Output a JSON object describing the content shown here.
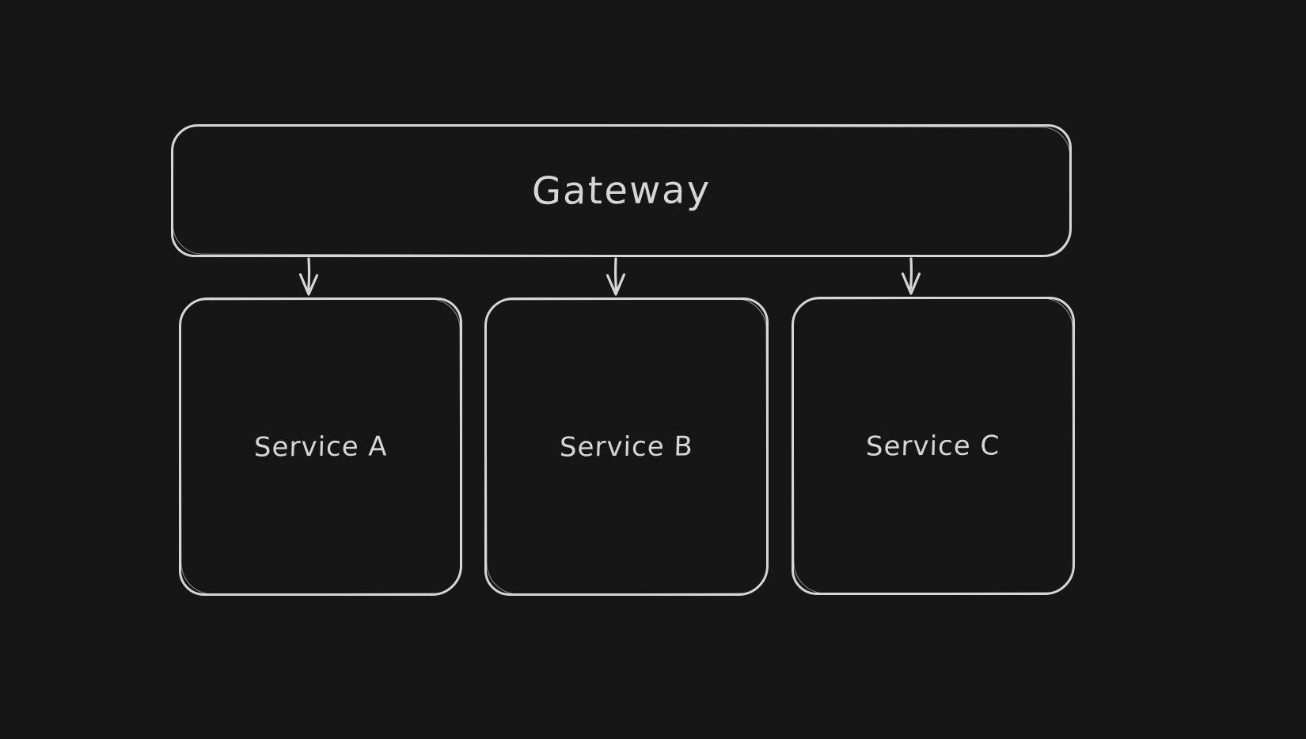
{
  "diagram": {
    "canvas_background": "#161616",
    "stroke_color": "#d6d6d6",
    "text_color": "#d6d6d6",
    "nodes": [
      {
        "id": "gateway",
        "label": "Gateway",
        "shape": "rounded-rectangle"
      },
      {
        "id": "service-a",
        "label": "Service A",
        "shape": "rounded-rectangle"
      },
      {
        "id": "service-b",
        "label": "Service B",
        "shape": "rounded-rectangle"
      },
      {
        "id": "service-c",
        "label": "Service C",
        "shape": "rounded-rectangle"
      }
    ],
    "edges": [
      {
        "from": "Gateway",
        "to": "Service A",
        "style": "arrow-down"
      },
      {
        "from": "Gateway",
        "to": "Service B",
        "style": "arrow-down"
      },
      {
        "from": "Gateway",
        "to": "Service C",
        "style": "arrow-down"
      }
    ]
  }
}
